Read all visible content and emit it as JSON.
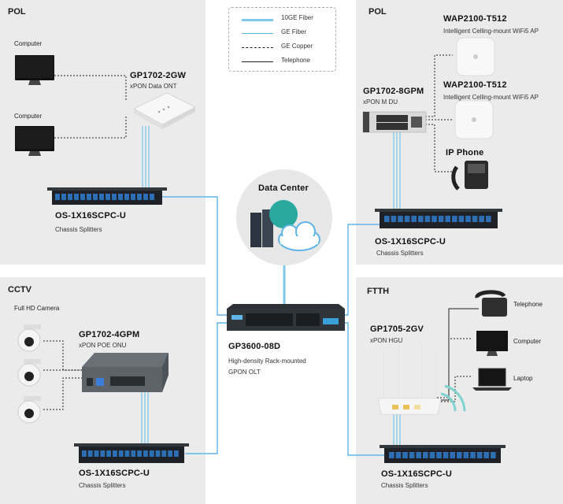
{
  "legend": {
    "fiber10": "10GE Fiber",
    "fiber": "GE Fiber",
    "copper": "GE Copper",
    "phone": "Telephone"
  },
  "colors": {
    "fiber10": "#7ec8ea",
    "fiber": "#5fb6e6",
    "panel": "#ebebeb"
  },
  "pol_left": {
    "title": "POL",
    "computer1": "Computer",
    "computer2": "Computer",
    "ont": {
      "name": "GP1702-2GW",
      "desc": "xPON Data ONT"
    },
    "splitter": {
      "name": "OS-1X16SCPC-U",
      "desc": "Chassis  Splitters"
    }
  },
  "pol_right": {
    "title": "POL",
    "ap1": {
      "name": "WAP2100-T512",
      "desc": "Intelligent Celling-mount WiFi5 AP"
    },
    "ap2": {
      "name": "WAP2100-T512",
      "desc": "Intelligent Celling-mount WiFi5 AP"
    },
    "mdu": {
      "name": "GP1702-8GPM",
      "desc": "xPON M DU"
    },
    "phone": {
      "name": "IP Phone"
    },
    "splitter": {
      "name": "OS-1X16SCPC-U",
      "desc": "Chassis  Splitters"
    }
  },
  "datacenter": {
    "title": "Data Center"
  },
  "olt": {
    "name": "GP3600-08D",
    "desc1": "High-density Rack-mounted",
    "desc2": "GPON OLT"
  },
  "cctv": {
    "title": "CCTV",
    "camera_label": "Full HD Camera",
    "onu": {
      "name": "GP1702-4GPM",
      "desc": "xPON POE ONU"
    },
    "splitter": {
      "name": "OS-1X16SCPC-U",
      "desc": "Chassis  Splitters"
    }
  },
  "ftth": {
    "title": "FTTH",
    "hgu": {
      "name": "GP1705-2GV",
      "desc": "xPON HGU"
    },
    "telephone": "Telephone",
    "computer": "Computer",
    "laptop": "Laptop",
    "splitter": {
      "name": "OS-1X16SCPC-U",
      "desc": "Chassis  Splitters"
    }
  }
}
